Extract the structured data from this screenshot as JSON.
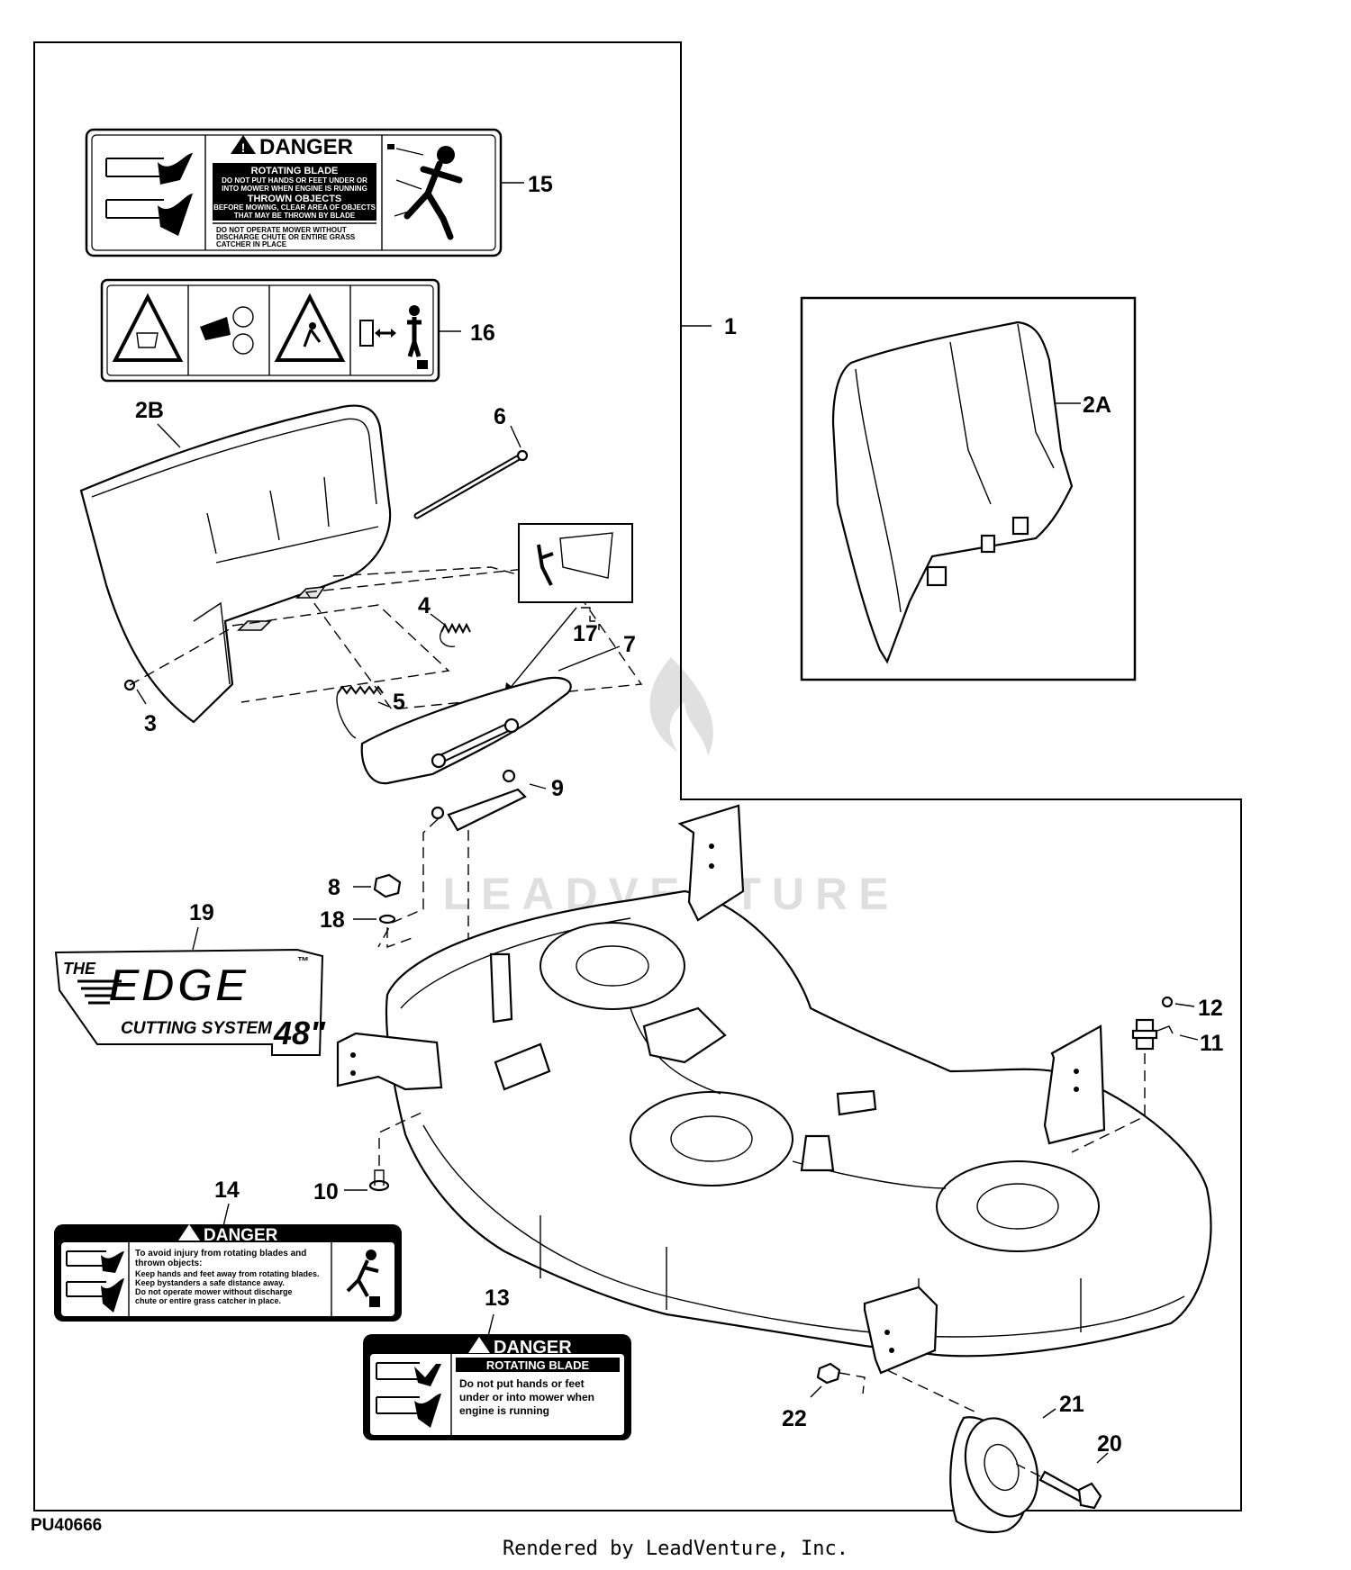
{
  "figure_id": "PU40666",
  "footer": "Rendered by LeadVenture, Inc.",
  "watermark": "LEADVENTURE",
  "callouts": {
    "c1": "1",
    "c2a": "2A",
    "c2b": "2B",
    "c3": "3",
    "c4": "4",
    "c5": "5",
    "c6": "6",
    "c7": "7",
    "c8": "8",
    "c9": "9",
    "c10": "10",
    "c11": "11",
    "c12": "12",
    "c13": "13",
    "c14": "14",
    "c15": "15",
    "c16": "16",
    "c17": "17",
    "c18": "18",
    "c19": "19",
    "c20": "20",
    "c21": "21",
    "c22": "22"
  },
  "decal15": {
    "header": "DANGER",
    "l1": "ROTATING BLADE",
    "l2": "DO NOT PUT HANDS OR FEET UNDER OR",
    "l3": "INTO MOWER WHEN ENGINE IS RUNNING",
    "l4": "THROWN OBJECTS",
    "l5": "BEFORE MOWING, CLEAR AREA OF OBJECTS",
    "l6": "THAT MAY BE THROWN BY BLADE",
    "l7": "DO NOT OPERATE MOWER WITHOUT",
    "l8": "DISCHARGE CHUTE OR ENTIRE GRASS",
    "l9": "CATCHER IN PLACE"
  },
  "decal14": {
    "header": "DANGER",
    "l1": "To avoid injury from rotating blades and",
    "l2": "thrown objects:",
    "l3": "Keep hands and feet away from rotating blades.",
    "l4": "Keep bystanders a safe distance away.",
    "l5": "Do not operate mower without discharge",
    "l6": "chute or entire grass catcher in place."
  },
  "decal13": {
    "header": "DANGER",
    "l1": "ROTATING BLADE",
    "l2": "Do not put hands or feet",
    "l3": "under or into mower when",
    "l4": "engine is running"
  },
  "logo19": {
    "the": "THE",
    "edge": "EDGE",
    "tm": "™",
    "sub": "CUTTING SYSTEM",
    "size": "48\""
  }
}
